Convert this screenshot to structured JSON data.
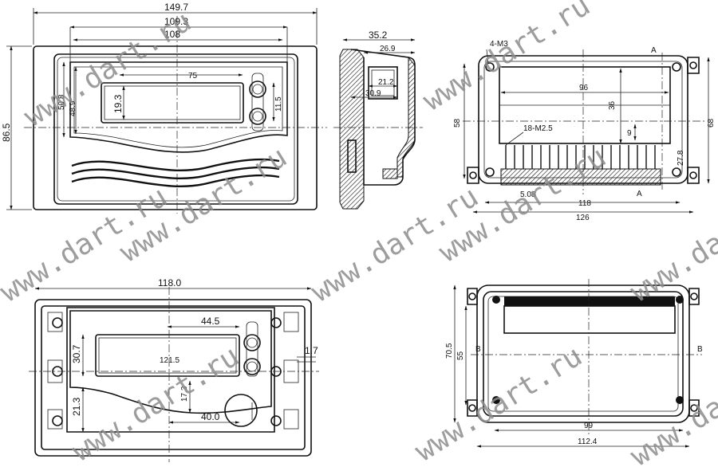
{
  "watermark": "www.dart.ru",
  "front_view": {
    "overall_width": "149.7",
    "inner_width": "109.3",
    "window_width": "108",
    "overall_height": "86.5",
    "window_height_a": "50.8",
    "window_height_b": "48.9",
    "lcd_height": "19.3",
    "lcd_width": "75",
    "button_dim": "11.5"
  },
  "side_view": {
    "depth": "35.2",
    "body_depth": "26.9",
    "inner_a": "21.2",
    "inner_b": "30.9"
  },
  "back_view": {
    "screw_label": "4-M3",
    "pin_label": "18-M2.5",
    "section_mark": "A",
    "width_96": "96",
    "height_36": "36",
    "dim_9": "9",
    "dim_27_8": "27.8",
    "height_58": "58",
    "height_68": "68",
    "pitch": "5.08",
    "width_118": "118",
    "width_126": "126"
  },
  "bottom_left_view": {
    "width": "118.0",
    "lcd_width": "44.5",
    "lcd_height": "30.7",
    "inner": "121.5",
    "dim_21_3": "21.3",
    "dim_17_3": "17.3",
    "dim_40": "40.0",
    "dim_1_7": "1.7"
  },
  "bottom_right_view": {
    "height_70_5": "70.5",
    "height_55": "55",
    "section_mark": "B",
    "width_99": "99",
    "width_112_4": "112.4"
  }
}
